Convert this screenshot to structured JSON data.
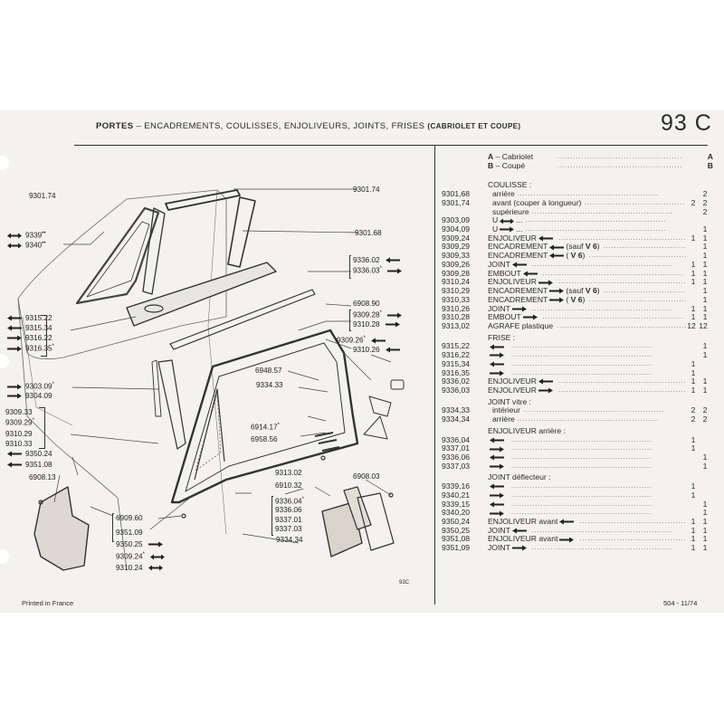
{
  "header": {
    "title_bold": "PORTES",
    "title_rest": "– ENCADREMENTS, COULISSES, ENJOLIVEURS, JOINTS, FRISES",
    "title_paren": "(CABRIOLET ET COUPE)",
    "page_number": "93 C"
  },
  "footer": {
    "printed": "Printed in France",
    "edition": "504 - 11/74",
    "figure_ref": "93C"
  },
  "legend": [
    {
      "letter": "A",
      "text": "– Cabriolet",
      "code": "A"
    },
    {
      "letter": "B",
      "text": "– Coupé",
      "code": "B"
    }
  ],
  "parts": [
    {
      "ref": "",
      "desc": "COULISSE :",
      "qa": "",
      "qb": "",
      "kind": "sec"
    },
    {
      "ref": "9301,68",
      "desc": "arrière",
      "qa": "",
      "qb": "2",
      "kind": "ind"
    },
    {
      "ref": "9301,74",
      "desc": "avant (couper à longueur)",
      "qa": "2",
      "qb": "2",
      "kind": "ind"
    },
    {
      "ref": "",
      "desc": "supérieure",
      "qa": "",
      "qb": "2",
      "kind": "ind"
    },
    {
      "ref": "9303,09",
      "desc": "U",
      "arrow": "both",
      "after": "...",
      "qa": "",
      "qb": "",
      "kind": "ind"
    },
    {
      "ref": "9304,09",
      "desc": "U",
      "arrow": "right",
      "after": "...",
      "qa": "",
      "qb": "1",
      "kind": "ind"
    },
    {
      "ref": "9309,24",
      "desc": "ENJOLIVEUR",
      "arrow": "left",
      "qa": "1",
      "qb": "1"
    },
    {
      "ref": "9309,29",
      "desc": "ENCADREMENT",
      "arrow": "left",
      "after": "(sauf",
      "bold_after": "V 6",
      "close": ")",
      "qa": "",
      "qb": "1"
    },
    {
      "ref": "9309,33",
      "desc": "ENCADREMENT",
      "arrow": "left",
      "after": "(",
      "bold_after": "V 6",
      "close": ")",
      "qa": "",
      "qb": "1"
    },
    {
      "ref": "9309,26",
      "desc": "JOINT",
      "arrow": "left",
      "qa": "1",
      "qb": "1"
    },
    {
      "ref": "9309,28",
      "desc": "EMBOUT",
      "arrow": "left",
      "qa": "1",
      "qb": "1"
    },
    {
      "ref": "9310,24",
      "desc": "ENJOLIVEUR",
      "arrow": "right",
      "qa": "1",
      "qb": "1"
    },
    {
      "ref": "9310,29",
      "desc": "ENCADREMENT",
      "arrow": "right",
      "after": "(sauf",
      "bold_after": "V 6",
      "close": ")",
      "qa": "",
      "qb": "1"
    },
    {
      "ref": "9310,33",
      "desc": "ENCADREMENT",
      "arrow": "right",
      "after": "(",
      "bold_after": "V 6",
      "close": ")",
      "qa": "",
      "qb": "1"
    },
    {
      "ref": "9310,26",
      "desc": "JOINT",
      "arrow": "right",
      "qa": "1",
      "qb": "1"
    },
    {
      "ref": "9310,28",
      "desc": "EMBOUT",
      "arrow": "right",
      "qa": "1",
      "qb": "1"
    },
    {
      "ref": "9313,02",
      "desc": "AGRAFE plastique",
      "qa": "12",
      "qb": "12"
    },
    {
      "ref": "",
      "desc": "FRISE :",
      "qa": "",
      "qb": "",
      "kind": "sec"
    },
    {
      "ref": "9315,22",
      "desc": "",
      "arrow": "left",
      "qa": "",
      "qb": "1"
    },
    {
      "ref": "9316,22",
      "desc": "",
      "arrow": "right",
      "qa": "",
      "qb": "1"
    },
    {
      "ref": "9315,34",
      "desc": "",
      "arrow": "left",
      "qa": "1",
      "qb": ""
    },
    {
      "ref": "9316,35",
      "desc": "",
      "arrow": "right",
      "qa": "1",
      "qb": ""
    },
    {
      "ref": "9336,02",
      "desc": "ENJOLIVEUR",
      "arrow": "left",
      "qa": "1",
      "qb": "1"
    },
    {
      "ref": "9336,03",
      "desc": "ENJOLIVEUR",
      "arrow": "right",
      "qa": "1",
      "qb": "1"
    },
    {
      "ref": "",
      "desc": "JOINT vitre :",
      "qa": "",
      "qb": "",
      "kind": "sec"
    },
    {
      "ref": "9334,33",
      "desc": "intérieur",
      "qa": "2",
      "qb": "2",
      "kind": "ind"
    },
    {
      "ref": "9334,34",
      "desc": "arrière",
      "qa": "2",
      "qb": "2",
      "kind": "ind"
    },
    {
      "ref": "",
      "desc": "ENJOLIVEUR arrière :",
      "qa": "",
      "qb": "",
      "kind": "sec"
    },
    {
      "ref": "9336,04",
      "desc": "",
      "arrow": "left",
      "qa": "1",
      "qb": ""
    },
    {
      "ref": "9337,01",
      "desc": "",
      "arrow": "right",
      "qa": "1",
      "qb": ""
    },
    {
      "ref": "9336,06",
      "desc": "",
      "arrow": "left",
      "qa": "",
      "qb": "1"
    },
    {
      "ref": "9337,03",
      "desc": "",
      "arrow": "right",
      "qa": "",
      "qb": "1"
    },
    {
      "ref": "",
      "desc": "JOINT déflecteur :",
      "qa": "",
      "qb": "",
      "kind": "sec"
    },
    {
      "ref": "9339,16",
      "desc": "",
      "arrow": "left",
      "qa": "1",
      "qb": ""
    },
    {
      "ref": "9340,21",
      "desc": "",
      "arrow": "right",
      "qa": "1",
      "qb": ""
    },
    {
      "ref": "9339,15",
      "desc": "",
      "arrow": "left",
      "qa": "",
      "qb": "1"
    },
    {
      "ref": "9340,20",
      "desc": "",
      "arrow": "right",
      "qa": "",
      "qb": "1"
    },
    {
      "ref": "9350,24",
      "desc": "ENJOLIVEUR avant",
      "arrow": "left",
      "qa": "1",
      "qb": "1"
    },
    {
      "ref": "9350,25",
      "desc": "JOINT",
      "arrow": "left",
      "qa": "1",
      "qb": "1"
    },
    {
      "ref": "9351,08",
      "desc": "ENJOLIVEUR avant",
      "arrow": "right",
      "qa": "1",
      "qb": "1"
    },
    {
      "ref": "9351,09",
      "desc": "JOINT",
      "arrow": "right",
      "qa": "1",
      "qb": "1"
    }
  ],
  "diagram_labels": [
    "9301.74",
    "9301.74",
    "9339",
    "9340",
    "9301.68",
    "9336.02",
    "9336.03",
    "9315.22",
    "9315.34",
    "9316.22",
    "9316.35",
    "6908.90",
    "9309.28",
    "9310.28",
    "9309.26",
    "9310.26",
    "6948.57",
    "9334.33",
    "9303.09",
    "9304.09",
    "9309.33",
    "9309.29",
    "9310.29",
    "9310.33",
    "6914.17",
    "6958.56",
    "9350.24",
    "9351.08",
    "6908.13",
    "9313.02",
    "6910.32",
    "6908.03",
    "9336.04",
    "9336.06",
    "9337.01",
    "9337.03",
    "6909.60",
    "9351.09",
    "9350.25",
    "9309.24",
    "9310.24",
    "9334.34"
  ]
}
